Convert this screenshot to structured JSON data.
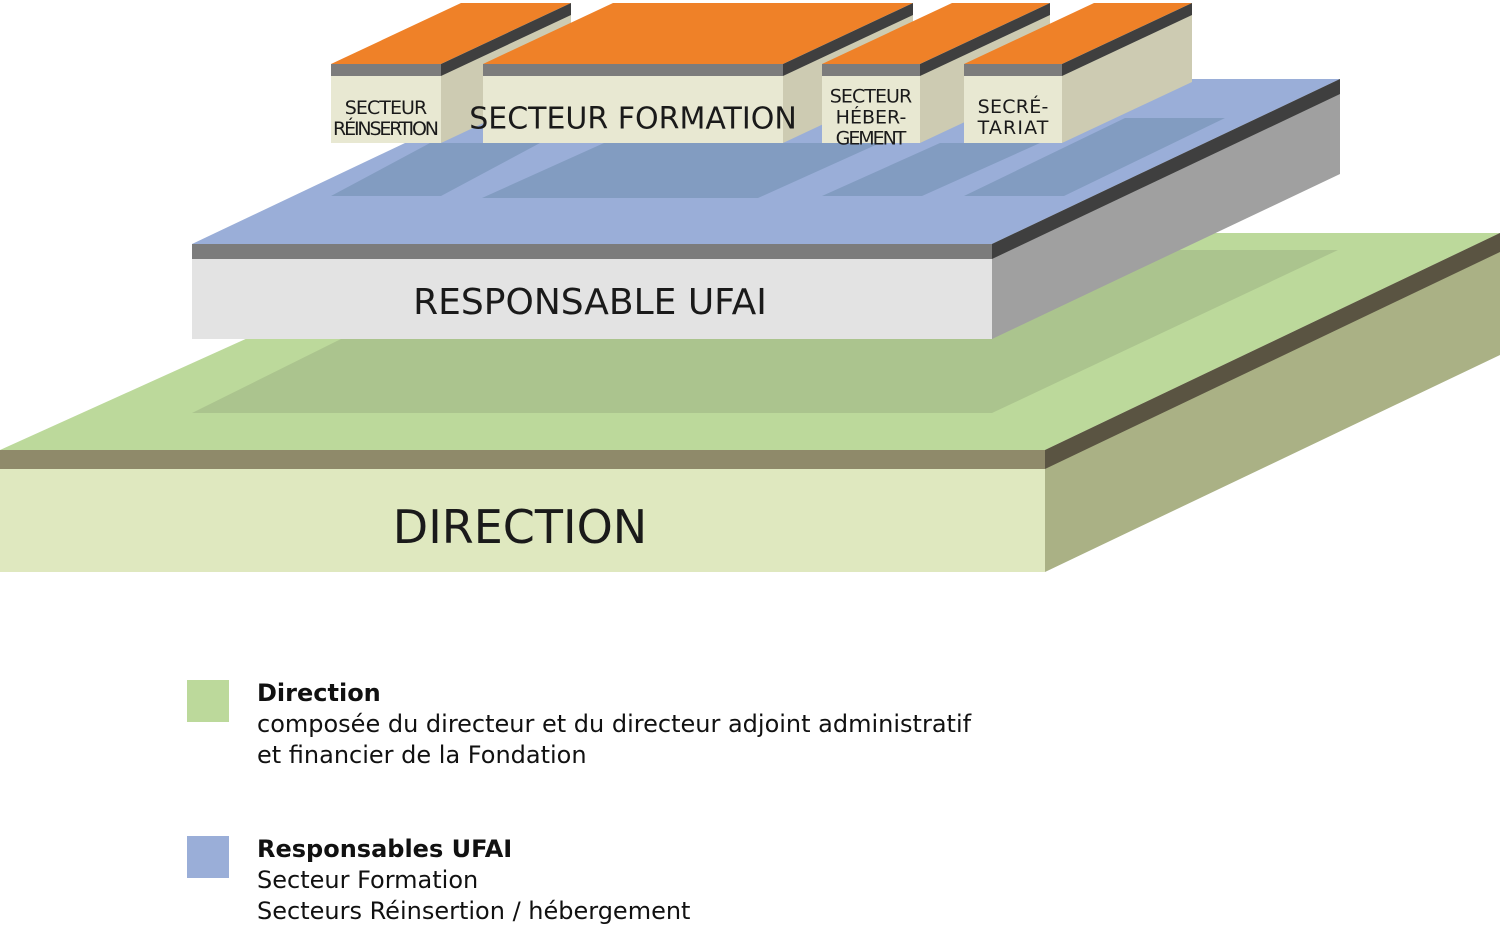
{
  "colors": {
    "direction_top": "#bcd99b",
    "direction_front": "#dfe8bf",
    "direction_side": "#aab185",
    "direction_edge": "#8f8a6a",
    "direction_edge_dark": "#5a5442",
    "responsable_top": "#9aaed8",
    "responsable_front": "#e3e3e3",
    "responsable_side": "#a0a0a0",
    "responsable_edge": "#7c7c7c",
    "responsable_edge_dark": "#3f3f3f",
    "secteur_top": "#ef8128",
    "secteur_front": "#e8e8d2",
    "secteur_side": "#cdcbb2",
    "secteur_edge": "#7c7c7c",
    "secteur_edge_dark": "#3f3f3f"
  },
  "diagram": {
    "direction_label": "DIRECTION",
    "responsable_label": "RESPONSABLE UFAI",
    "secteurs": [
      {
        "lines": [
          "SECTEUR",
          "RÉINSERTION"
        ]
      },
      {
        "lines": [
          "SECTEUR FORMATION"
        ]
      },
      {
        "lines": [
          "SECTEUR",
          "HÉBER-",
          "GEMENT"
        ]
      },
      {
        "lines": [
          "SECRÉ-",
          "TARIAT"
        ]
      }
    ]
  },
  "legend": [
    {
      "title": "Direction",
      "lines": [
        "composée du directeur et du directeur adjoint administratif",
        "et financier de la Fondation"
      ],
      "color": "#bcd99b"
    },
    {
      "title": "Responsables UFAI",
      "lines": [
        "Secteur Formation",
        "Secteurs Réinsertion / hébergement"
      ],
      "color": "#9aaed8"
    }
  ]
}
